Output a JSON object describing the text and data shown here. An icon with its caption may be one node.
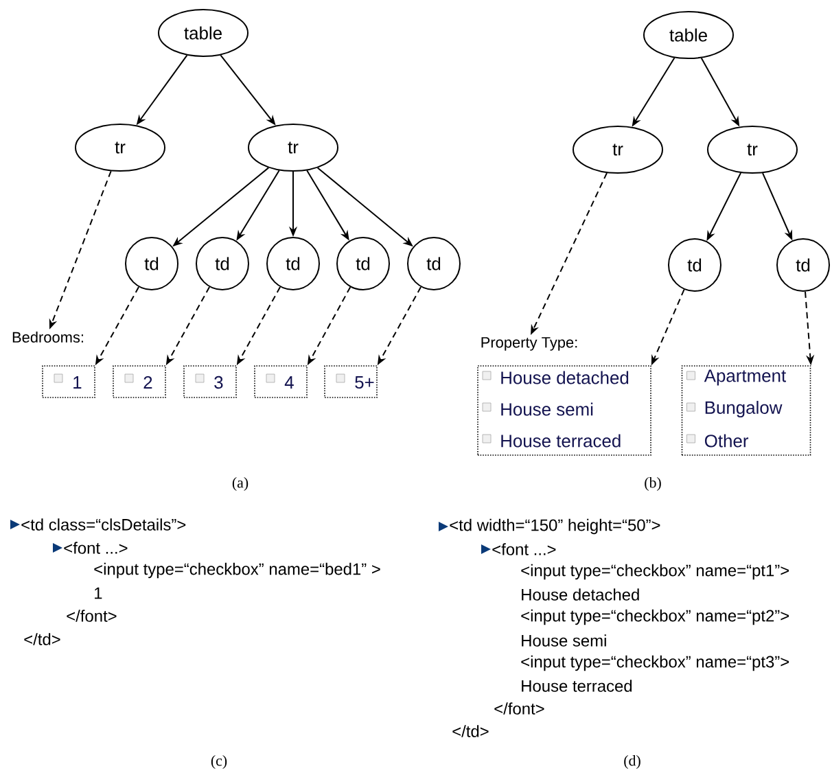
{
  "diagram": {
    "nodes": [
      {
        "text": [
          "table"
        ]
      },
      {
        "text": [
          "tr"
        ]
      },
      {
        "text": [
          "tr"
        ]
      },
      {
        "text": [
          "td"
        ]
      },
      {
        "text": [
          "td"
        ]
      },
      {
        "text": [
          "td"
        ]
      },
      {
        "text": [
          "td"
        ]
      },
      {
        "text": [
          "td"
        ]
      },
      {
        "text": [
          "Bedrooms:"
        ]
      },
      {
        "text": [
          "1"
        ]
      },
      {
        "text": [
          "2"
        ]
      },
      {
        "text": [
          "3"
        ]
      },
      {
        "text": [
          "4"
        ]
      },
      {
        "text": [
          "5+"
        ]
      },
      {
        "text": [
          "table"
        ]
      },
      {
        "text": [
          "tr"
        ]
      },
      {
        "text": [
          "tr"
        ]
      },
      {
        "text": [
          "td"
        ]
      },
      {
        "text": [
          "td"
        ]
      },
      {
        "text": [
          "Property Type:"
        ]
      },
      {
        "text": [
          "House detached",
          "House semi",
          "House terraced"
        ]
      },
      {
        "text": [
          "Apartment",
          "Bungalow",
          "Other"
        ]
      }
    ],
    "edges": [
      {
        "from": 0,
        "to": 1,
        "arrow": "to"
      },
      {
        "from": 0,
        "to": 2,
        "arrow": "to"
      },
      {
        "from": 2,
        "to": 3,
        "arrow": "to"
      },
      {
        "from": 2,
        "to": 4,
        "arrow": "to"
      },
      {
        "from": 2,
        "to": 5,
        "arrow": "to"
      },
      {
        "from": 2,
        "to": 6,
        "arrow": "to"
      },
      {
        "from": 2,
        "to": 7,
        "arrow": "to"
      },
      {
        "from": 1,
        "to": 8,
        "arrow": "to",
        "style": "dashed"
      },
      {
        "from": 3,
        "to": 9,
        "arrow": "to",
        "style": "dashed"
      },
      {
        "from": 4,
        "to": 10,
        "arrow": "to",
        "style": "dashed"
      },
      {
        "from": 5,
        "to": 11,
        "arrow": "to",
        "style": "dashed"
      },
      {
        "from": 6,
        "to": 12,
        "arrow": "to",
        "style": "dashed"
      },
      {
        "from": 7,
        "to": 13,
        "arrow": "to",
        "style": "dashed"
      },
      {
        "from": 14,
        "to": 15,
        "arrow": "to"
      },
      {
        "from": 14,
        "to": 16,
        "arrow": "to"
      },
      {
        "from": 16,
        "to": 17,
        "arrow": "to"
      },
      {
        "from": 16,
        "to": 18,
        "arrow": "to"
      },
      {
        "from": 15,
        "to": 19,
        "arrow": "to",
        "style": "dashed"
      },
      {
        "from": 17,
        "to": 20,
        "arrow": "to",
        "style": "dashed"
      },
      {
        "from": 18,
        "to": 21,
        "arrow": "to",
        "style": "dashed"
      }
    ],
    "labels": [
      "(a)",
      "(b)",
      "<td class=“clsDetails”>",
      "<font ...>",
      "<input type=“checkbox” name=“bed1” >",
      "1",
      "</font>",
      "</td>",
      "(c)",
      "<td width=“150” height=“50”>",
      "<font ...>",
      "<input type=“checkbox” name=“pt1”>",
      "House detached",
      "<input type=“checkbox” name=“pt2”>",
      "House semi",
      "<input type=“checkbox” name=“pt3”>",
      "House terraced",
      "</font>",
      "</td>",
      "(d)"
    ]
  }
}
